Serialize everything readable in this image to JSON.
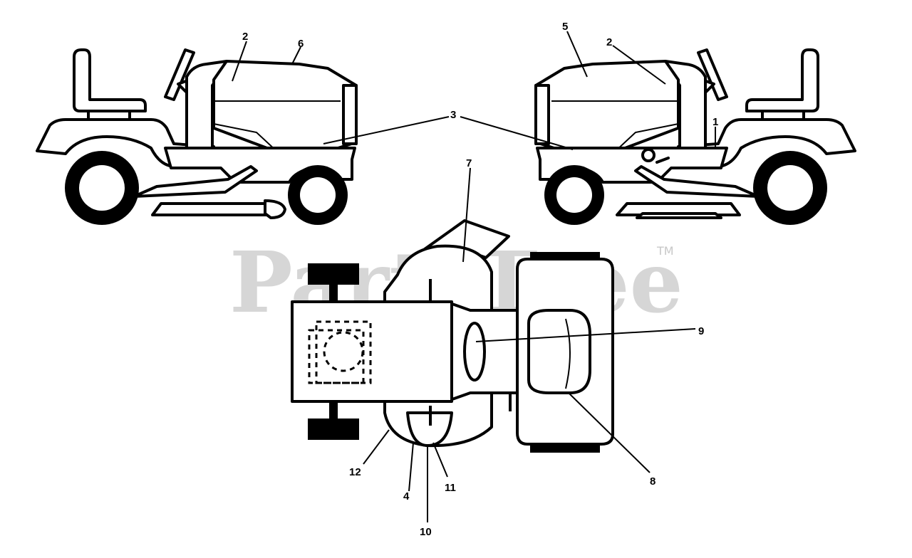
{
  "watermark": {
    "text": "PartsTree",
    "trademark": "TM"
  },
  "callouts": {
    "c1": "1",
    "c2a": "2",
    "c2b": "2",
    "c3": "3",
    "c4": "4",
    "c5": "5",
    "c6": "6",
    "c7": "7",
    "c8": "8",
    "c9": "9",
    "c10": "10",
    "c11": "11",
    "c12": "12"
  },
  "views": {
    "left": "left-side-view",
    "right": "right-side-view",
    "top": "top-view"
  }
}
